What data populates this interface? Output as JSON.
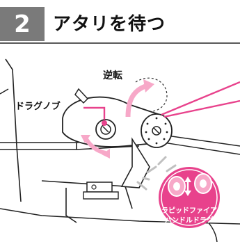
{
  "header": {
    "step_number": "2",
    "title": "アタリを待つ"
  },
  "labels": {
    "reverse": "逆転",
    "drag_knob": "ドラグノブ"
  },
  "badge": {
    "line1": "ラピッドファイア",
    "line2": "ハンドルドラグ"
  },
  "colors": {
    "accent": "#e8428c",
    "accent_light": "#f7a8c8",
    "step_bg": "#7a7a7a",
    "line": "#222222"
  }
}
